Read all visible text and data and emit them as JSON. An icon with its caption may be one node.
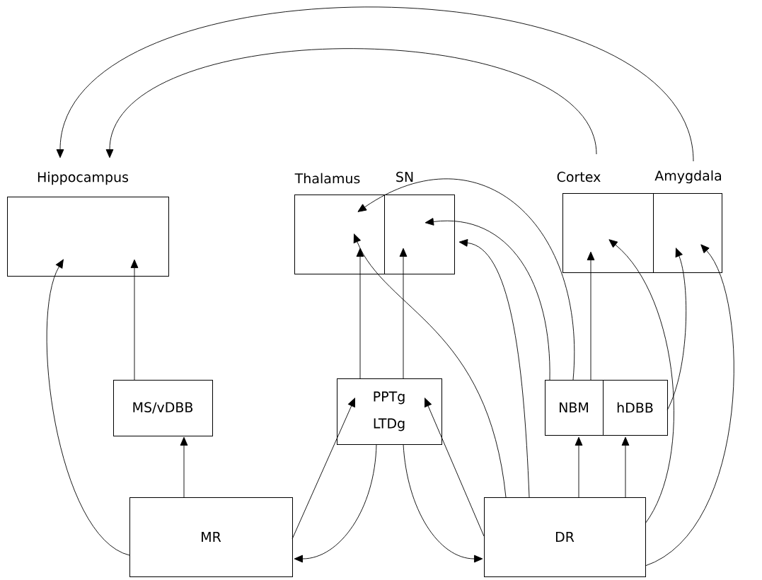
{
  "diagram": {
    "nodes": [
      {
        "text": [
          "Hippocampus"
        ]
      },
      {
        "text": [
          "Thalamus"
        ]
      },
      {
        "text": [
          "SN"
        ]
      },
      {
        "text": [
          "Cortex"
        ]
      },
      {
        "text": [
          "Amygdala"
        ]
      },
      {
        "text": [
          "MS/vDBB"
        ]
      },
      {
        "text": [
          "PPTg",
          "LTDg"
        ]
      },
      {
        "text": [
          "NBM"
        ]
      },
      {
        "text": [
          "hDBB"
        ]
      },
      {
        "text": [
          "MR"
        ]
      },
      {
        "text": [
          "DR"
        ]
      }
    ],
    "edges": [
      {
        "from": 4,
        "to": 0,
        "arrow": "to"
      },
      {
        "from": 3,
        "to": 0,
        "arrow": "to"
      },
      {
        "from": 9,
        "to": 0,
        "arrow": "to"
      },
      {
        "from": 5,
        "to": 0,
        "arrow": "to"
      },
      {
        "from": 9,
        "to": 5,
        "arrow": "to"
      },
      {
        "from": 6,
        "to": 1,
        "arrow": "to"
      },
      {
        "from": 6,
        "to": 2,
        "arrow": "to"
      },
      {
        "from": 10,
        "to": 1,
        "arrow": "to"
      },
      {
        "from": 7,
        "to": 1,
        "arrow": "to"
      },
      {
        "from": 7,
        "to": 2,
        "arrow": "to"
      },
      {
        "from": 10,
        "to": 2,
        "arrow": "to"
      },
      {
        "from": 7,
        "to": 3,
        "arrow": "to"
      },
      {
        "from": 10,
        "to": 3,
        "arrow": "to"
      },
      {
        "from": 8,
        "to": 4,
        "arrow": "to"
      },
      {
        "from": 10,
        "to": 4,
        "arrow": "to"
      },
      {
        "from": 10,
        "to": 7,
        "arrow": "to"
      },
      {
        "from": 10,
        "to": 8,
        "arrow": "to"
      },
      {
        "from": 9,
        "to": 6,
        "arrow": "to"
      },
      {
        "from": 6,
        "to": 9,
        "arrow": "to"
      },
      {
        "from": 6,
        "to": 10,
        "arrow": "to"
      },
      {
        "from": 10,
        "to": 6,
        "arrow": "to"
      }
    ]
  }
}
